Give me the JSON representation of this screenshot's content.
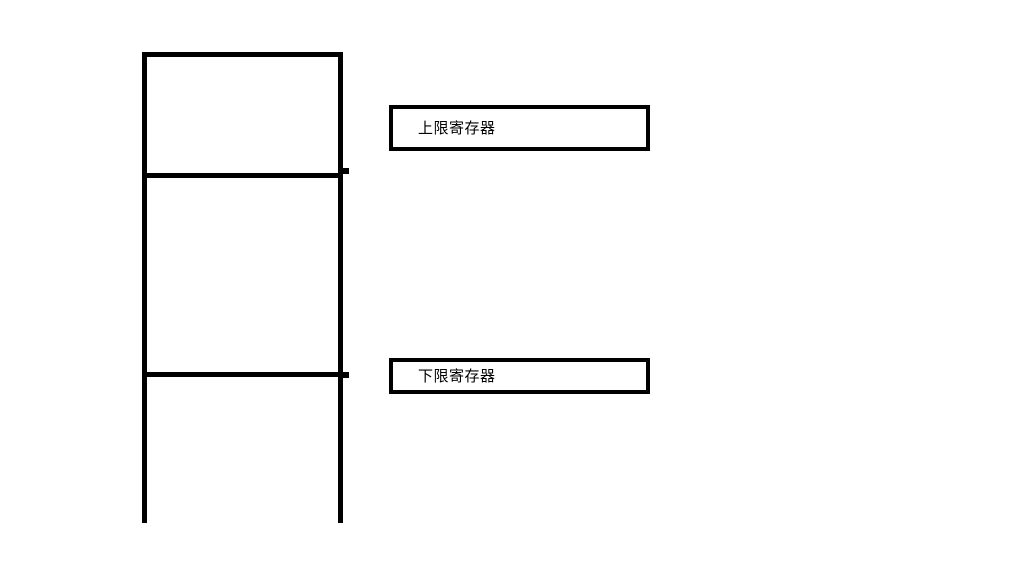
{
  "diagram": {
    "background_color": "#ffffff",
    "line_color": "#000000",
    "stack": {
      "name": "register-stack",
      "cells": [
        {
          "id": "cell-top",
          "label": ""
        },
        {
          "id": "cell-middle",
          "label": ""
        },
        {
          "id": "cell-bottom",
          "label": ""
        }
      ]
    },
    "labels": [
      {
        "id": "upper-limit-register",
        "text": "上限寄存器",
        "connects_to": "cell-top-bottom-divider"
      },
      {
        "id": "lower-limit-register",
        "text": "下限寄存器",
        "connects_to": "cell-middle-bottom-divider"
      }
    ]
  }
}
